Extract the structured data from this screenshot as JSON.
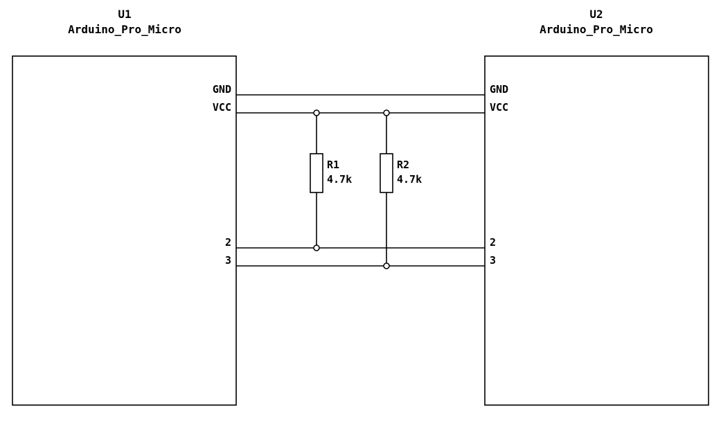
{
  "schematic": {
    "components": {
      "u1": {
        "ref": "U1",
        "value": "Arduino_Pro_Micro",
        "pins": [
          "GND",
          "VCC",
          "2",
          "3"
        ]
      },
      "u2": {
        "ref": "U2",
        "value": "Arduino_Pro_Micro",
        "pins": [
          "GND",
          "VCC",
          "2",
          "3"
        ]
      },
      "r1": {
        "ref": "R1",
        "value": "4.7k"
      },
      "r2": {
        "ref": "R2",
        "value": "4.7k"
      }
    },
    "nets": [
      "GND",
      "VCC",
      "2",
      "3"
    ],
    "colors": {
      "line": "#000000",
      "background": "#ffffff"
    }
  }
}
